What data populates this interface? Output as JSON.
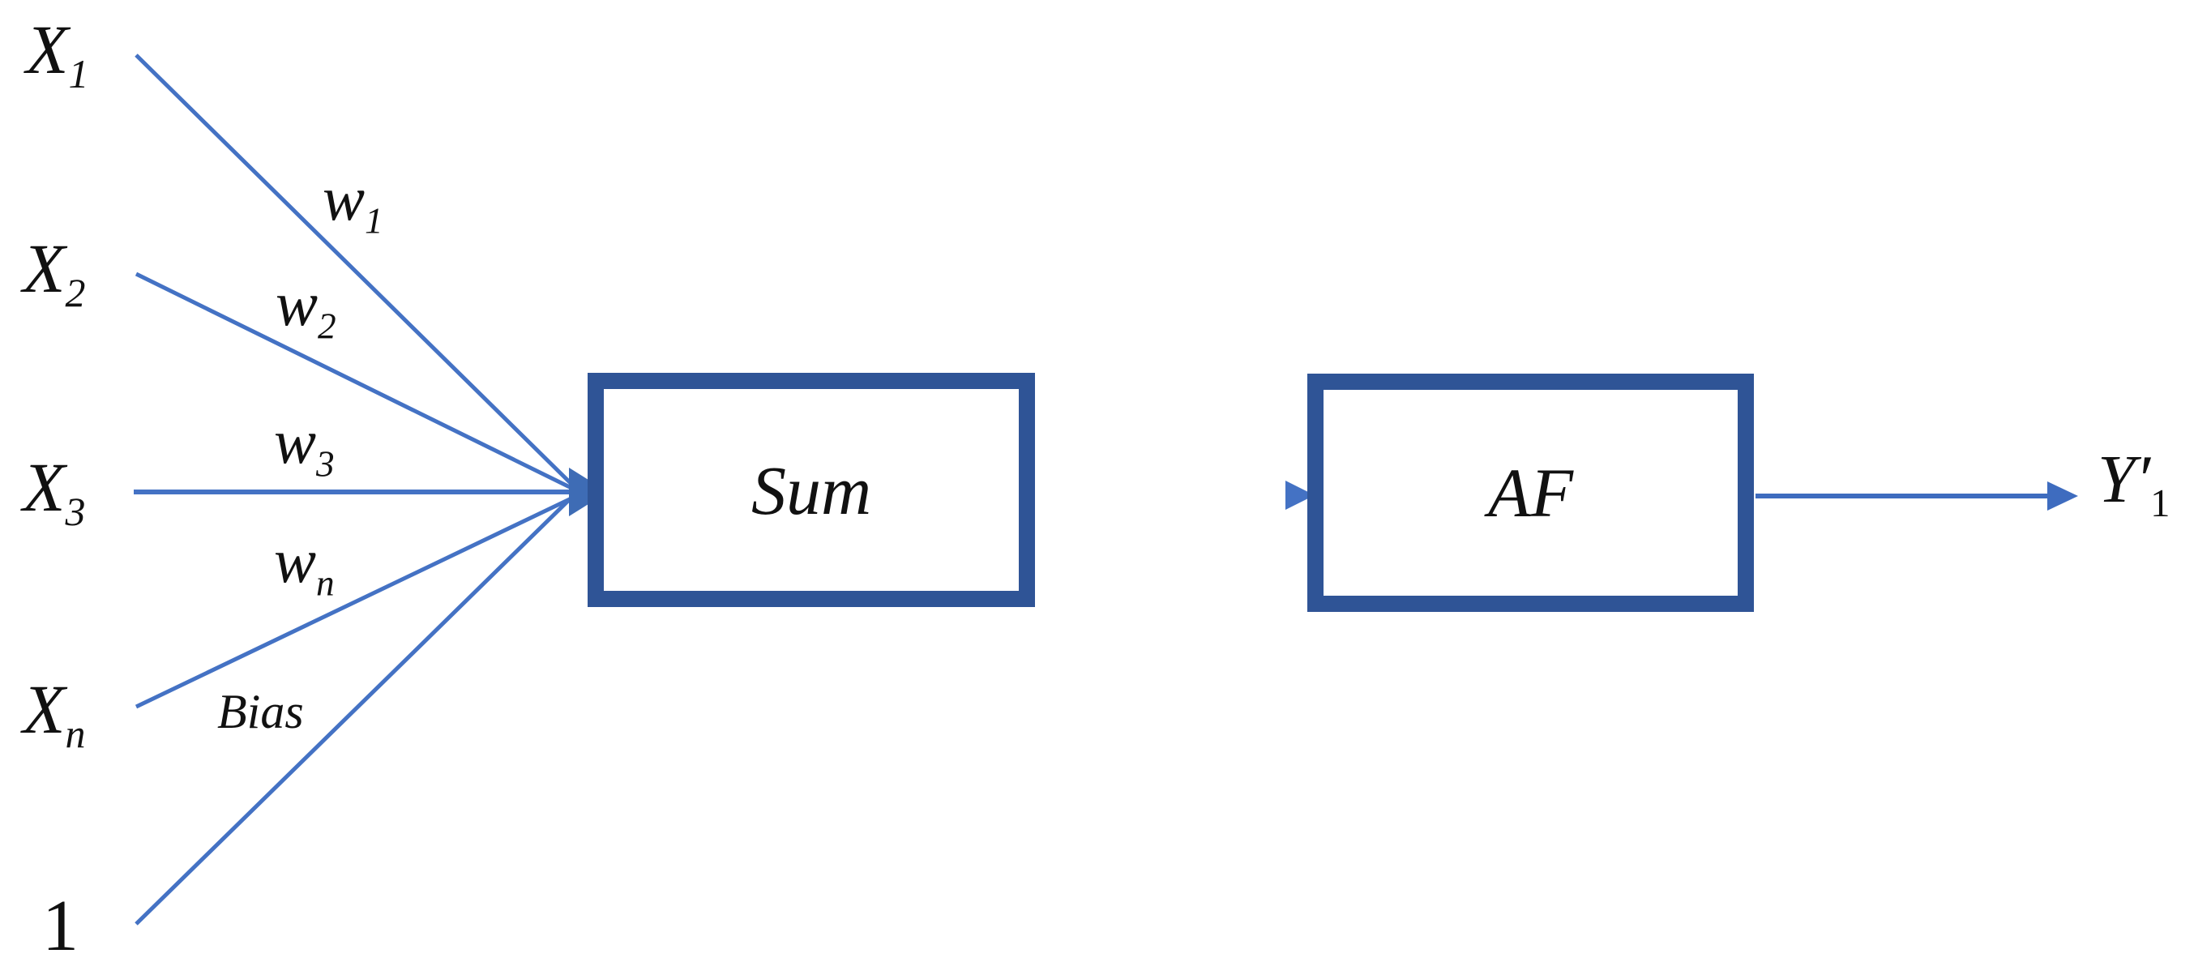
{
  "diagram": {
    "inputs": [
      {
        "base": "X",
        "sub": "1"
      },
      {
        "base": "X",
        "sub": "2"
      },
      {
        "base": "X",
        "sub": "3"
      },
      {
        "base": "X",
        "sub": "n"
      },
      {
        "base": "1",
        "sub": ""
      }
    ],
    "weights": [
      {
        "base": "w",
        "sub": "1"
      },
      {
        "base": "w",
        "sub": "2"
      },
      {
        "base": "w",
        "sub": "3"
      },
      {
        "base": "w",
        "sub": "n"
      }
    ],
    "bias_label": "Bias",
    "blocks": {
      "sum": "Sum",
      "activation": "AF"
    },
    "output": {
      "base": "Y′",
      "sub": "1"
    },
    "colors": {
      "line_blue": "#4472C4",
      "box_border_blue": "#2F5496",
      "text_black": "#111111"
    }
  }
}
